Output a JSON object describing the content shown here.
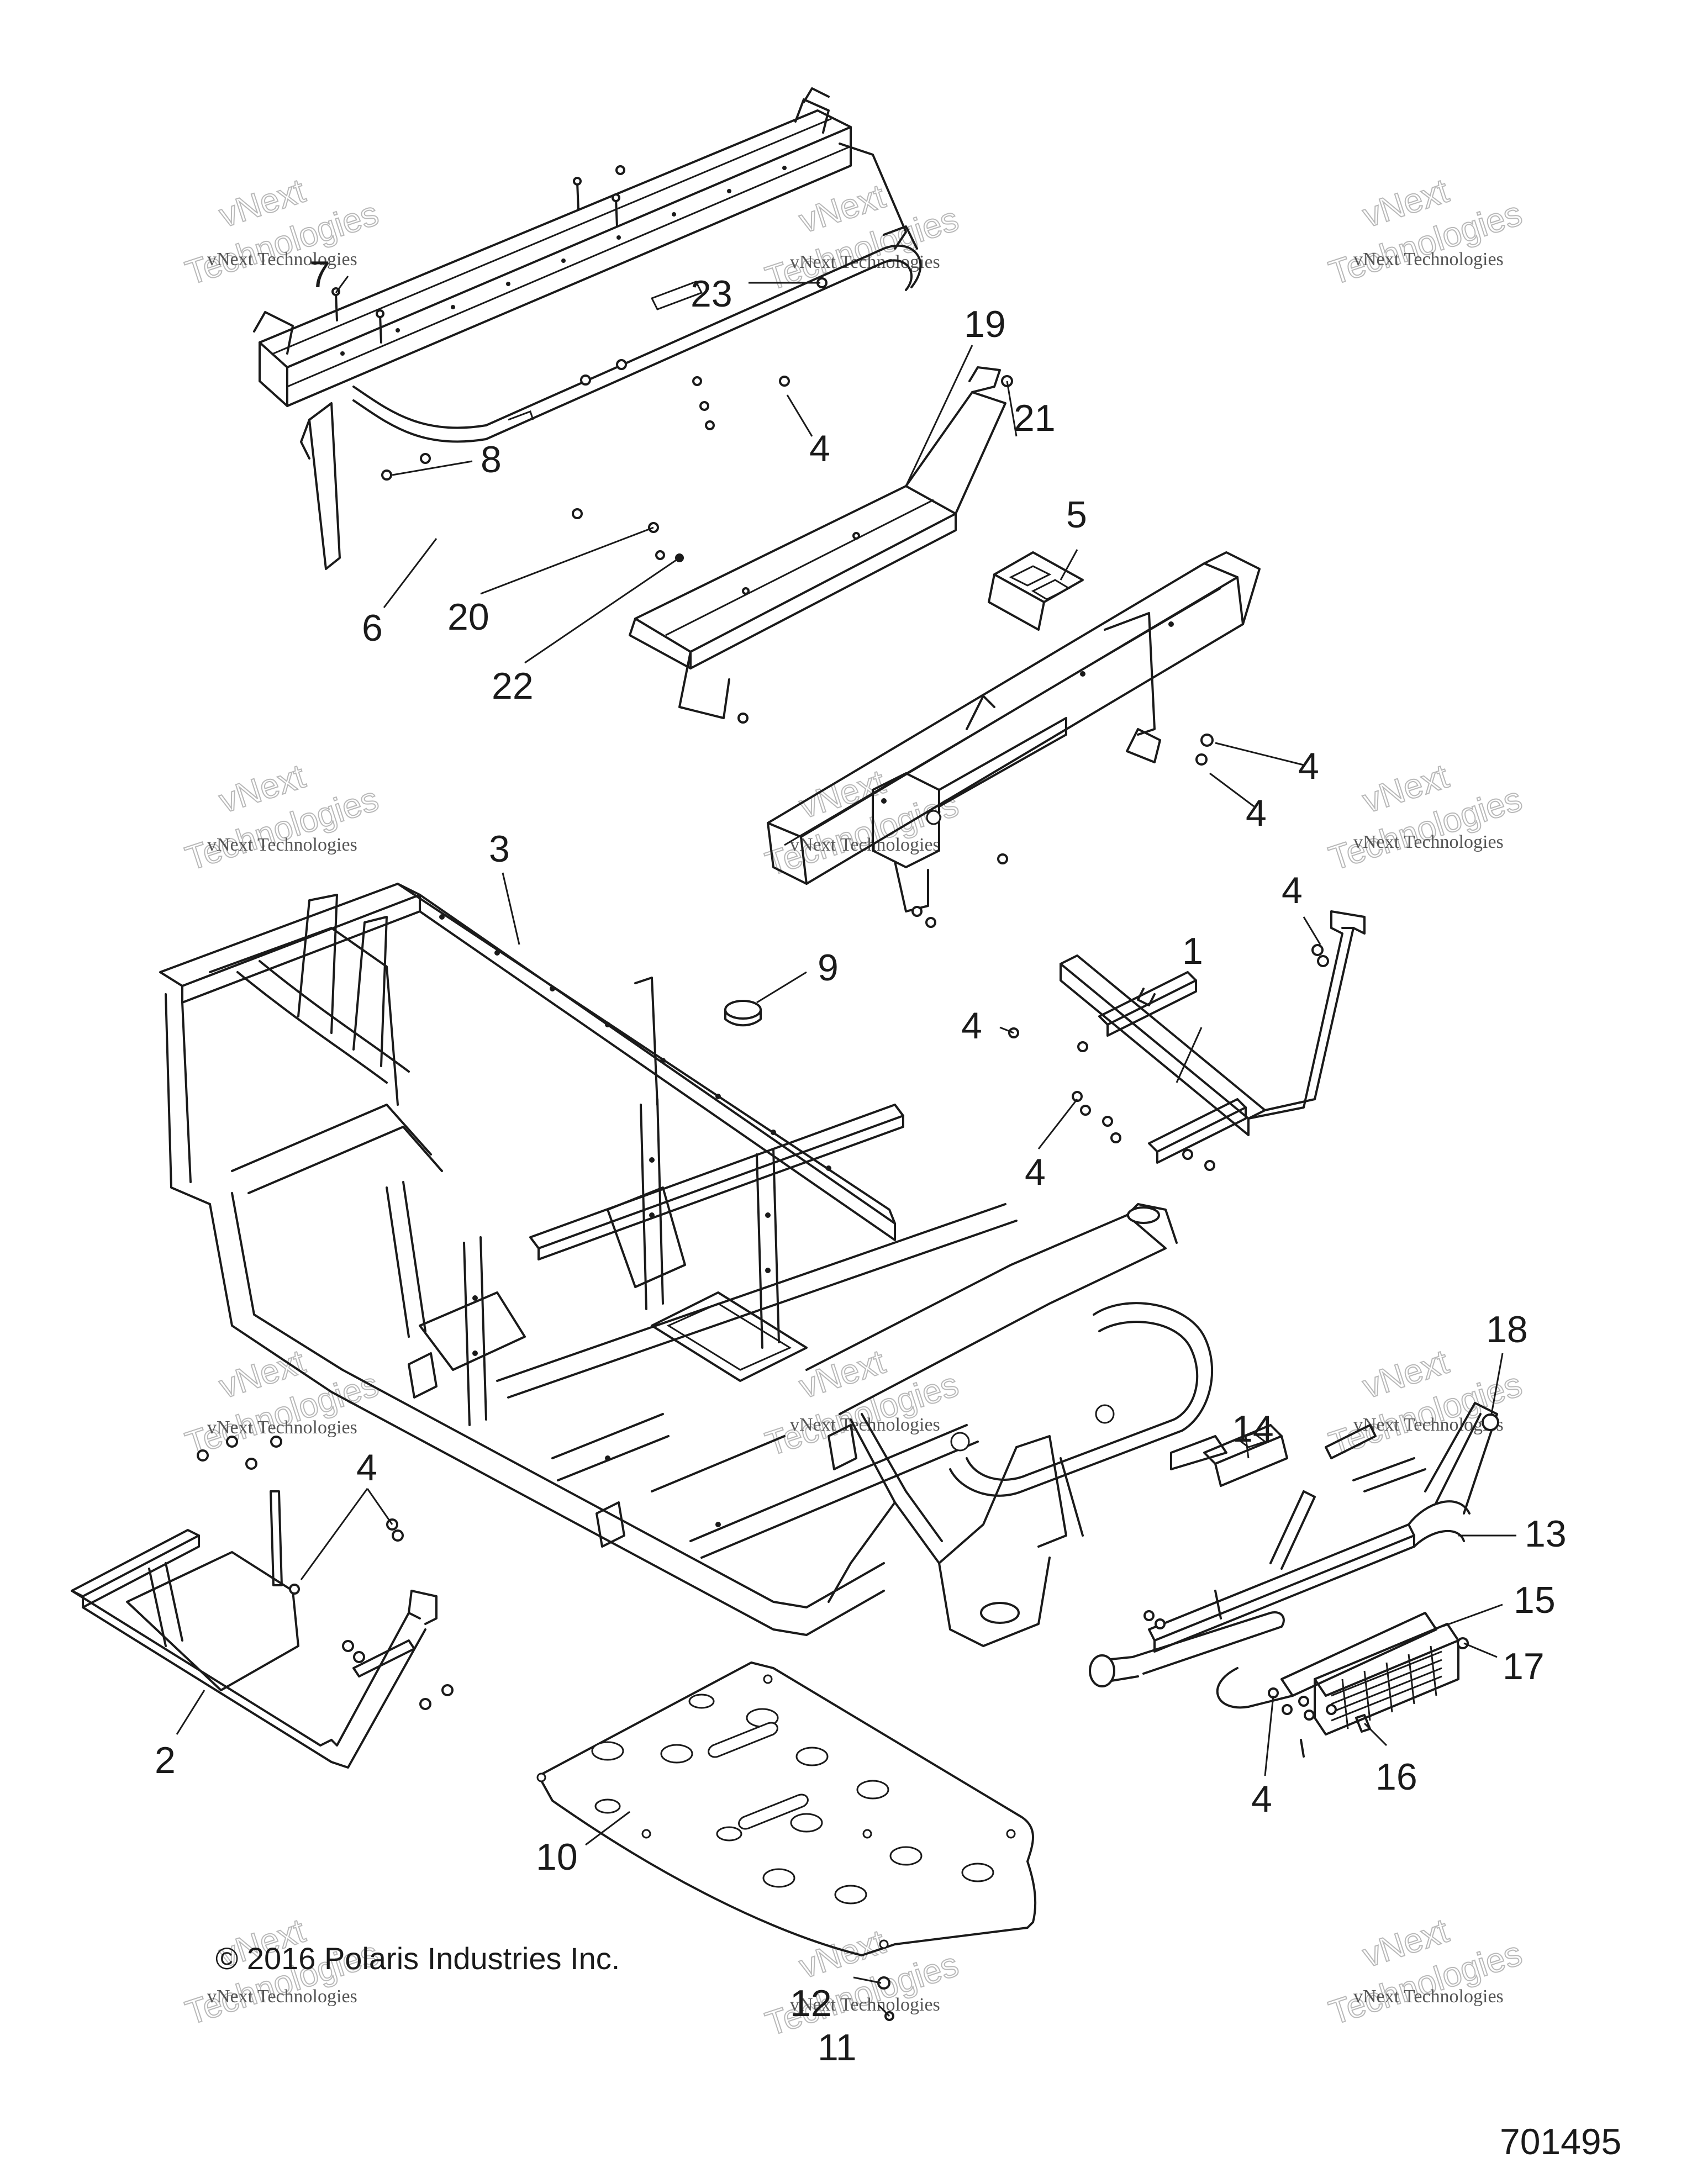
{
  "callouts": {
    "c1": "1",
    "c2": "2",
    "c3": "3",
    "c4a": "4",
    "c4b": "4",
    "c4c": "4",
    "c4d": "4",
    "c4e": "4",
    "c4f": "4",
    "c4g": "4",
    "c4h": "4",
    "c5": "5",
    "c6": "6",
    "c7": "7",
    "c8": "8",
    "c9": "9",
    "c10": "10",
    "c11": "11",
    "c12": "12",
    "c13": "13",
    "c14": "14",
    "c15": "15",
    "c16": "16",
    "c17": "17",
    "c18": "18",
    "c19": "19",
    "c20": "20",
    "c21": "21",
    "c22": "22",
    "c23": "23"
  },
  "watermark": {
    "line_small": "vNext Technologies",
    "line_top": "vNext",
    "line_bottom": "Technologies"
  },
  "footer": {
    "copyright": "© 2016 Polaris Industries Inc.",
    "figure_number": "701495"
  }
}
